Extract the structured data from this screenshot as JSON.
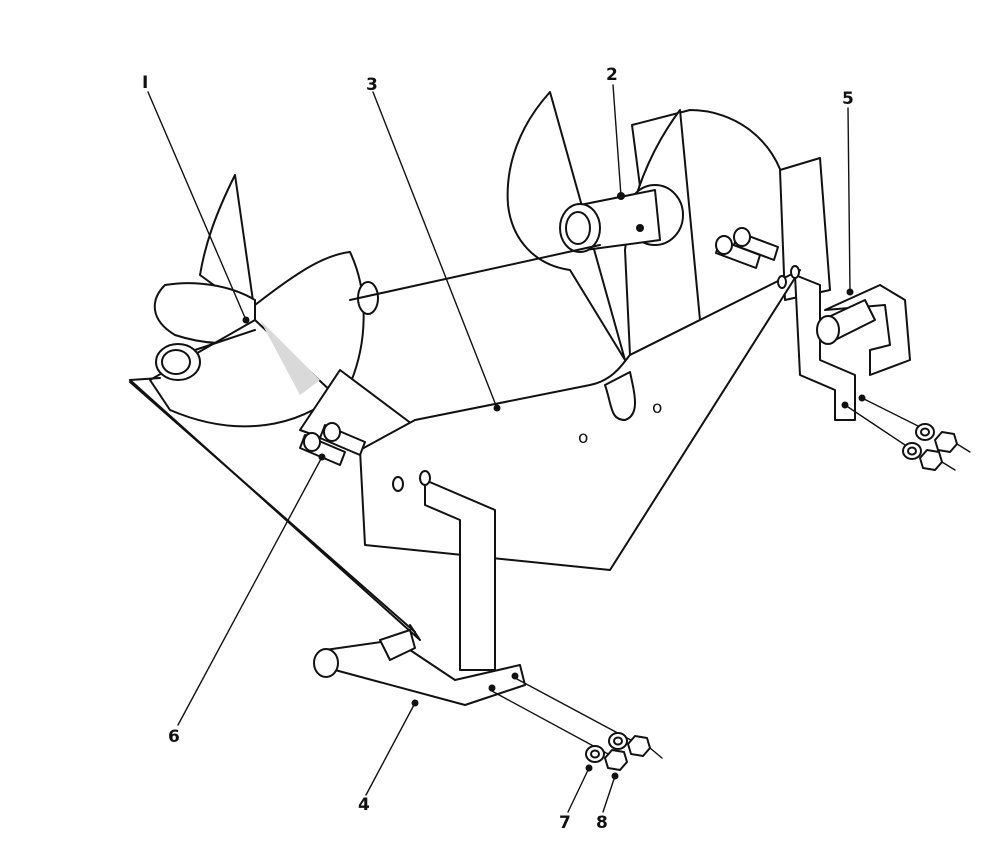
{
  "callouts": [
    {
      "id": "1",
      "label": "I"
    },
    {
      "id": "2",
      "label": "2"
    },
    {
      "id": "3",
      "label": "3"
    },
    {
      "id": "4",
      "label": "4"
    },
    {
      "id": "5",
      "label": "5"
    },
    {
      "id": "6",
      "label": "6"
    },
    {
      "id": "7",
      "label": "7"
    },
    {
      "id": "8",
      "label": "8"
    }
  ],
  "hole_labels": [
    "o",
    "o"
  ]
}
